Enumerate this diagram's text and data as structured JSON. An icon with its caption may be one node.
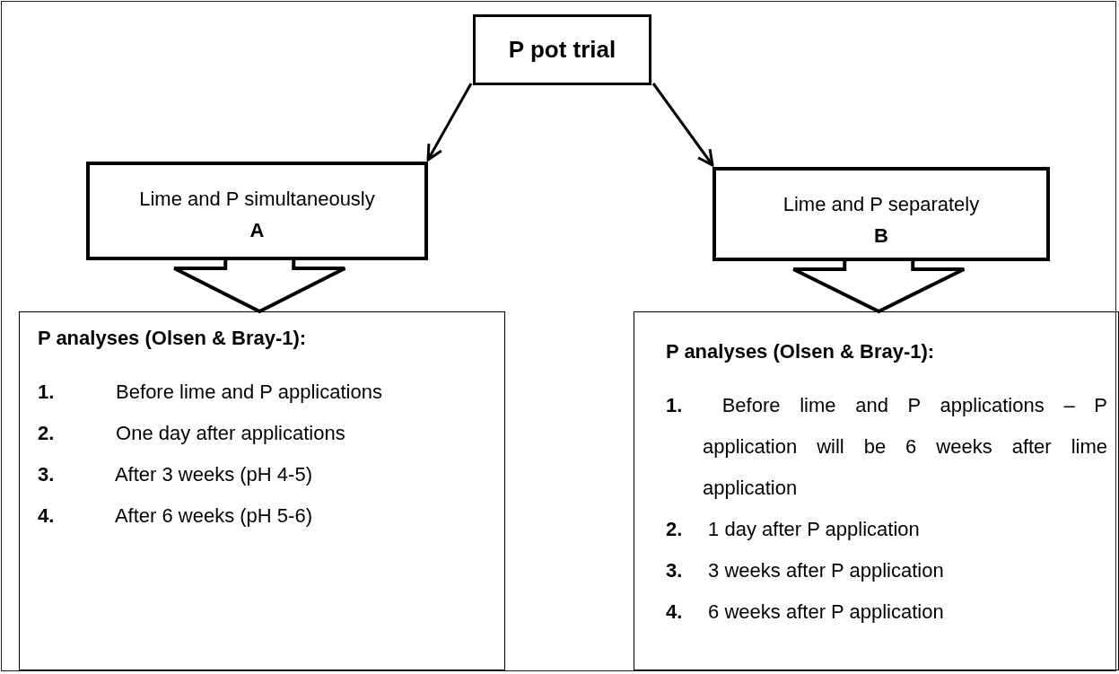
{
  "diagram": {
    "nodes": [
      {
        "text": [
          "P pot trial"
        ]
      },
      {
        "text": [
          "Lime and P simultaneously",
          "A"
        ]
      },
      {
        "text": [
          "Lime and P separately",
          "B"
        ]
      },
      {
        "text": [
          "P analyses (Olsen & Bray-1):",
          "**1.** Before lime and P applications",
          "**2.** One day after applications",
          "**3.** After 3 weeks (pH 4-5)",
          "**4.** After 6 weeks (pH 5-6)"
        ]
      },
      {
        "text": [
          "P analyses (Olsen & Bray-1):",
          "**1.** Before lime and P applications – P application will be 6 weeks after lime application",
          "**2.** 1 day after P application",
          "**3.** 3 weeks after P application",
          "**4.** 6 weeks after P application"
        ]
      }
    ],
    "edges": [
      {
        "from": 0,
        "to": 1,
        "arrow": "to"
      },
      {
        "from": 0,
        "to": 2,
        "arrow": "to"
      },
      {
        "from": 1,
        "to": 3,
        "arrow": "to",
        "style": "thick"
      },
      {
        "from": 2,
        "to": 4,
        "arrow": "to",
        "style": "thick"
      }
    ]
  }
}
